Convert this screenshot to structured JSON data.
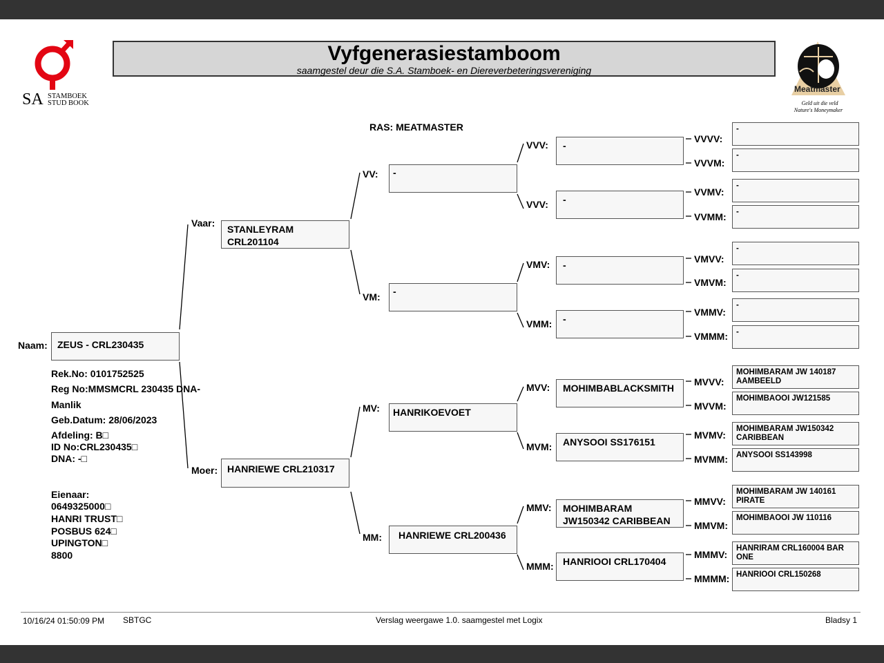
{
  "header": {
    "title": "Vyfgenerasiestamboom",
    "subtitle": "saamgestel deur die S.A. Stamboek- en Diereverbeteringsvereniging",
    "logo_left": {
      "big": "SA",
      "line1": "STAMBOEK",
      "line2": "STUD BOOK"
    },
    "logo_right": {
      "brand": "Meatmaster",
      "slogan1": "Geld uit die veld",
      "slogan2": "Nature's Moneymaker"
    },
    "breed": "RAS: MEATMASTER"
  },
  "animal": {
    "label": "Naam:",
    "name": "ZEUS - CRL230435",
    "rek_no": "Rek.No: 0101752525",
    "reg_no": "Reg No:MMSMCRL 230435 DNA-",
    "sex": "Manlik",
    "birth_date": "Geb.Datum: 28/06/2023",
    "afdeling": "Afdeling: B□",
    "id_no": "ID No:CRL230435□",
    "dna": "DNA: -□"
  },
  "owner": {
    "label": "Eienaar:",
    "lines": [
      "0649325000□",
      "HANRI TRUST□",
      "POSBUS 624□",
      "UPINGTON□",
      "8800"
    ]
  },
  "gen1": {
    "sire": {
      "label": "Vaar:",
      "name": "STANLEYRAM CRL201104"
    },
    "dam": {
      "label": "Moer:",
      "name": "HANRIEWE CRL210317"
    }
  },
  "gen2": {
    "vv": {
      "label": "VV:",
      "name": "-"
    },
    "vm": {
      "label": "VM:",
      "name": "-"
    },
    "mv": {
      "label": "MV:",
      "name": "HANRIKOEVOET"
    },
    "mm": {
      "label": "MM:",
      "name": "HANRIEWE CRL200436"
    }
  },
  "gen3": {
    "vvv1": {
      "label": "VVV:",
      "name": "-"
    },
    "vvv2": {
      "label": "VVV:",
      "name": "-"
    },
    "vmv": {
      "label": "VMV:",
      "name": "-"
    },
    "vmm": {
      "label": "VMM:",
      "name": "-"
    },
    "mvv": {
      "label": "MVV:",
      "name": "MOHIMBABLACKSMITH"
    },
    "mvm": {
      "label": "MVM:",
      "name": "ANYSOOI SS176151"
    },
    "mmv": {
      "label": "MMV:",
      "name": "MOHIMBARAM JW150342 CARIBBEAN"
    },
    "mmm": {
      "label": "MMM:",
      "name": "HANRIOOI CRL170404"
    }
  },
  "gen4": [
    {
      "label": "VVVV:",
      "name": "-"
    },
    {
      "label": "VVVM:",
      "name": "-"
    },
    {
      "label": "VVMV:",
      "name": "-"
    },
    {
      "label": "VVMM:",
      "name": "-"
    },
    {
      "label": "VMVV:",
      "name": "-"
    },
    {
      "label": "VMVM:",
      "name": "-"
    },
    {
      "label": "VMMV:",
      "name": "-"
    },
    {
      "label": "VMMM:",
      "name": "-"
    },
    {
      "label": "MVVV:",
      "name": "MOHIMBARAM JW 140187 AAMBEELD"
    },
    {
      "label": "MVVM:",
      "name": "MOHIMBAOOI JW121585"
    },
    {
      "label": "MVMV:",
      "name": "MOHIMBARAM JW150342 CARIBBEAN"
    },
    {
      "label": "MVMM:",
      "name": "ANYSOOI SS143998"
    },
    {
      "label": "MMVV:",
      "name": "MOHIMBARAM JW 140161 PIRATE"
    },
    {
      "label": "MMVM:",
      "name": "MOHIMBAOOI JW 110116"
    },
    {
      "label": "MMMV:",
      "name": "HANRIRAM CRL160004 BAR ONE"
    },
    {
      "label": "MMMM:",
      "name": "HANRIOOI CRL150268"
    }
  ],
  "footer": {
    "timestamp": "10/16/24 01:50:09 PM",
    "code": "SBTGC",
    "version": "Verslag weergawe 1.0. saamgestel met Logix",
    "page": "Bladsy 1"
  },
  "colors": {
    "sa_logo_red": "#e30613",
    "bar": "#333333",
    "title_bg": "#d6d6d6",
    "box_bg": "#f7f7f7"
  }
}
